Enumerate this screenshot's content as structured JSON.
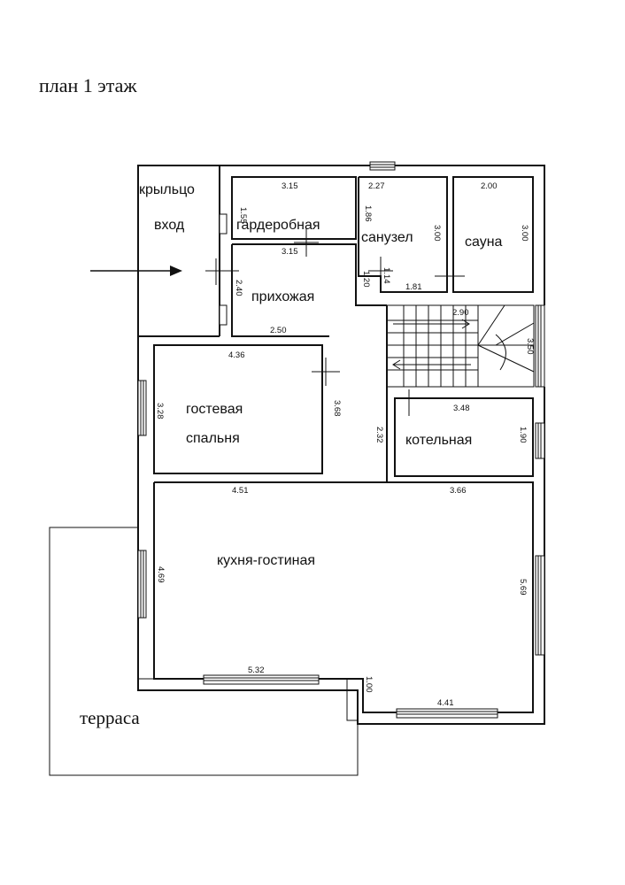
{
  "page": {
    "title": "план 1 этаж"
  },
  "rooms": {
    "porch": "крыльцо",
    "entrance": "вход",
    "wardrobe": "гардеробная",
    "bathroom": "санузел",
    "sauna": "сауна",
    "hallway": "прихожая",
    "guest_line1": "гостевая",
    "guest_line2": "спальня",
    "boiler": "котельная",
    "kitchen": "кухня-гостиная",
    "terrace": "терраса"
  },
  "dims": {
    "d315a": "3.15",
    "d155": "1.55",
    "d227": "2.27",
    "d186": "1.86",
    "d200": "2.00",
    "d300a": "3.00",
    "d300b": "3.00",
    "d315b": "3.15",
    "d240": "2.40",
    "d120": "1.20",
    "d114": "1.14",
    "d181": "1.81",
    "d290": "2.90",
    "d250": "2.50",
    "d436": "4.36",
    "d350": "3.50",
    "d328": "3.28",
    "d368": "3.68",
    "d348": "3.48",
    "d232": "2.32",
    "d190": "1.90",
    "d451": "4.51",
    "d366": "3.66",
    "d469": "4.69",
    "d569": "5.69",
    "d532": "5.32",
    "d100": "1.00",
    "d441": "4.41"
  }
}
